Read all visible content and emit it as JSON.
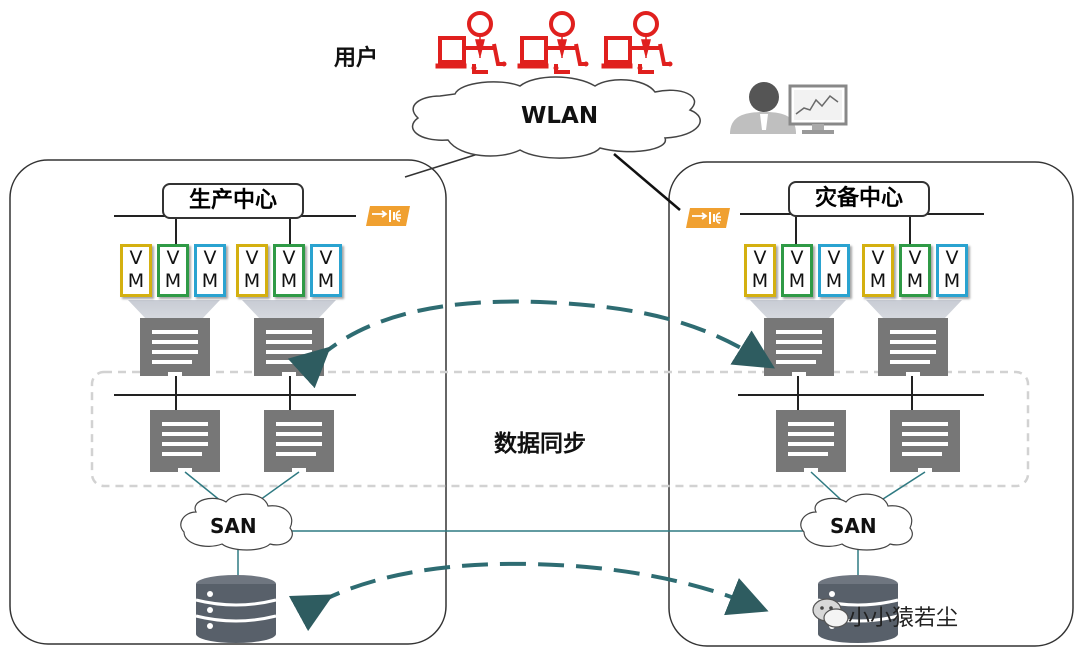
{
  "users_label": "用户",
  "network_label": "WLAN",
  "sync_label": "数据同步",
  "production": {
    "title": "生产中心",
    "san_label": "SAN"
  },
  "disaster": {
    "title": "灾备中心",
    "san_label": "SAN"
  },
  "vm_label_top": "V",
  "vm_label_bottom": "M",
  "watermark": "小小猿若尘",
  "colors": {
    "user_icon": "#e0201e",
    "server": "#777777",
    "dash_line": "#2e6c72",
    "firewall": "#f0a030"
  },
  "icons": [
    "user-icon",
    "admin-monitor-icon",
    "firewall-icon",
    "server-icon",
    "storage-icon",
    "cloud-icon",
    "wechat-icon"
  ]
}
